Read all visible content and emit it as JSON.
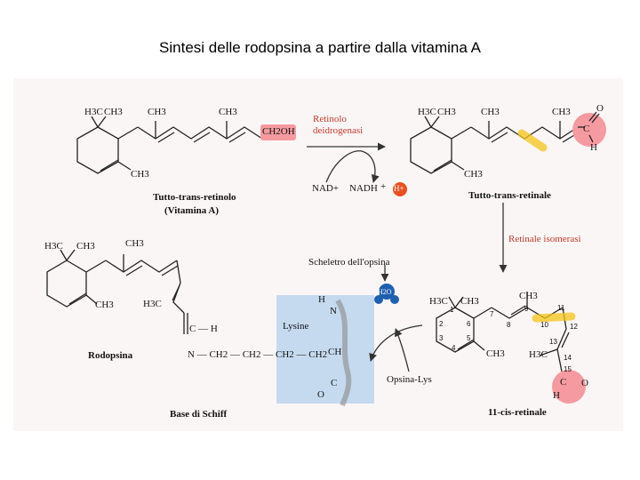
{
  "title": "Sintesi delle rodopsina a partire dalla vitamina A",
  "molecules": {
    "retinol": {
      "name_line1": "Tutto-trans-retinolo",
      "name_line2": "(Vitamina A)",
      "group": "CH2OH"
    },
    "all_trans_retinal": {
      "name": "Tutto-trans-retinale"
    },
    "cis_retinal": {
      "name": "11-cis-retinale"
    },
    "rhodopsin": {
      "name": "Rodopsina"
    },
    "schiff_base": {
      "name": "Base di Schiff"
    }
  },
  "enzymes": {
    "dehydrogenase_line1": "Retinolo",
    "dehydrogenase_line2": "deidrogenasi",
    "isomerase": "Retinale isomerasi"
  },
  "cofactors": {
    "nad": "NAD+",
    "nadh": "NADH",
    "plus": "+",
    "proton": "H+"
  },
  "labels": {
    "opsin_backbone": "Scheletro dell'opsina",
    "opsin_lys": "Opsina-Lys",
    "water": "H2O",
    "lysine": "Lysine",
    "schiff_chain": "N — CH2 — CH2 — CH2 — CH2",
    "ch_h": "C — H",
    "h": "H",
    "o": "O",
    "c": "C",
    "n": "N",
    "ch": "CH",
    "ch3": "CH3",
    "h3c": "H3C"
  },
  "carbon_numbers": [
    "1",
    "2",
    "3",
    "4",
    "5",
    "6",
    "7",
    "8",
    "9",
    "10",
    "11",
    "12",
    "13",
    "14",
    "15"
  ],
  "colors": {
    "highlight_yellow": "#f5c518",
    "highlight_pink": "#f59aa0",
    "arrow_red": "#c0392b",
    "lysine_blue": "#b9d3ee",
    "proton_orange": "#e8501e"
  }
}
